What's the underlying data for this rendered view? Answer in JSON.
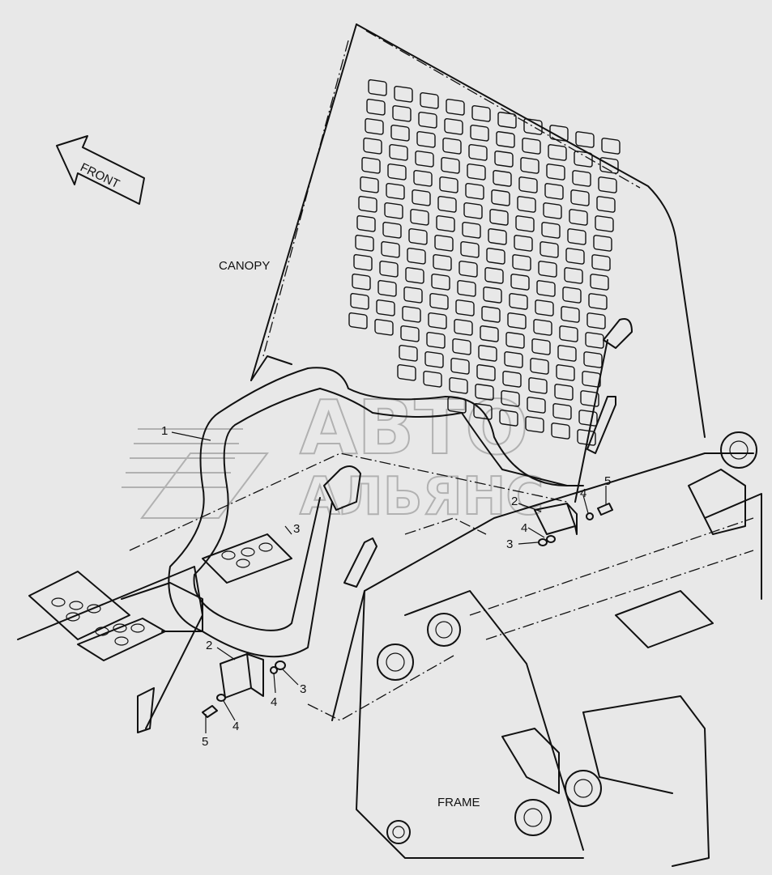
{
  "labels": {
    "front": "FRONT",
    "canopy": "CANOPY",
    "frame": "FRAME"
  },
  "watermark": {
    "line1": "АВТО",
    "line2": "АЛЬЯНС"
  },
  "callouts": {
    "c1": "1",
    "c2a": "2",
    "c2b": "2",
    "c3a": "3",
    "c3b": "3",
    "c3c": "3",
    "c4a": "4",
    "c4b": "4",
    "c4c": "4",
    "c4d": "4",
    "c5a": "5",
    "c5b": "5"
  },
  "colors": {
    "background": "#e8e8e8",
    "line": "#111111",
    "watermark": "#9a9a9a"
  }
}
